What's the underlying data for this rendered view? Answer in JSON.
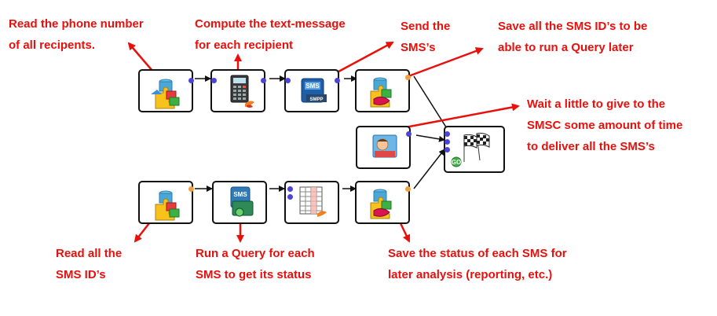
{
  "annotations": {
    "read_phone": "Read the phone number\nof all recipents.",
    "compute_text": "Compute the text-message\nfor each recipient",
    "send_sms": "Send the\nSMS’s",
    "save_ids": "Save all the SMS ID’s to be\nable to run a Query later",
    "wait": "Wait a little to give to the\nSMSC some amount of time\nto deliver all the SMS’s",
    "read_ids": "Read all the\nSMS ID’s",
    "run_query": "Run a Query for each\nSMS to get its status",
    "save_status": "Save the status of each SMS for\nlater analysis (reporting, etc.)"
  },
  "node_icons": {
    "db_read_top": "database-puzzle-icon",
    "calculator": "calculator-icon",
    "sms_smpp": "sms-smpp-icon",
    "db_write_top": "database-puzzle-write-icon",
    "sleep": "sleeping-person-icon",
    "finish": "checkered-flags-icon",
    "db_read_bottom": "database-puzzle-icon",
    "sms_query": "sms-query-icon",
    "table_loop": "table-loop-icon",
    "db_write_bottom": "database-puzzle-write-icon"
  },
  "colors": {
    "annotation": "#e8100c",
    "connector": "#111111",
    "port_in": "#4a45d8",
    "port_out_active": "#f0a040"
  }
}
